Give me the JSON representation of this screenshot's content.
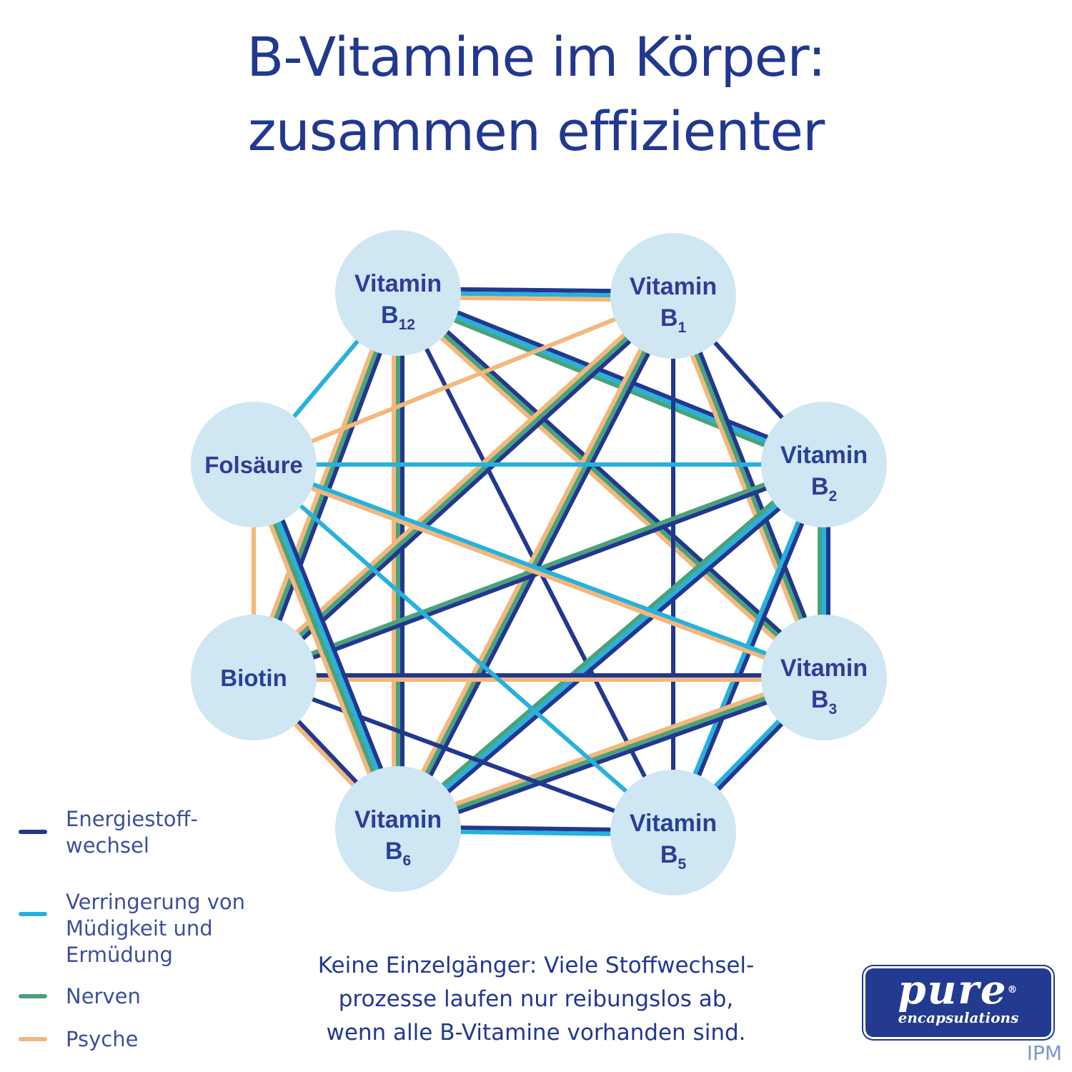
{
  "title": {
    "line1": "B-Vitamine im Körper:",
    "line2": "zusammen effizienter"
  },
  "colors": {
    "title": "#22388f",
    "node_fill": "#cfe6f3",
    "energiestoffwechsel": "#22388f",
    "muedigkeit": "#27b1dc",
    "nerven": "#4aa27a",
    "psyche": "#f3b77c"
  },
  "nodes": [
    {
      "id": "b12",
      "line1": "Vitamin",
      "base": "B",
      "sub": "12"
    },
    {
      "id": "b1",
      "line1": "Vitamin",
      "base": "B",
      "sub": "1"
    },
    {
      "id": "b2",
      "line1": "Vitamin",
      "base": "B",
      "sub": "2"
    },
    {
      "id": "b3",
      "line1": "Vitamin",
      "base": "B",
      "sub": "3"
    },
    {
      "id": "b5",
      "line1": "Vitamin",
      "base": "B",
      "sub": "5"
    },
    {
      "id": "b6",
      "line1": "Vitamin",
      "base": "B",
      "sub": "6"
    },
    {
      "id": "biotin",
      "line1": "Biotin",
      "base": "",
      "sub": ""
    },
    {
      "id": "fol",
      "line1": "Folsäure",
      "base": "",
      "sub": ""
    }
  ],
  "connections": [
    {
      "from": "b12",
      "to": "b1",
      "categories": [
        "energiestoffwechsel",
        "muedigkeit",
        "psyche"
      ]
    },
    {
      "from": "b12",
      "to": "b2",
      "categories": [
        "energiestoffwechsel",
        "muedigkeit",
        "nerven"
      ]
    },
    {
      "from": "b12",
      "to": "b3",
      "categories": [
        "energiestoffwechsel",
        "nerven",
        "psyche"
      ]
    },
    {
      "from": "b12",
      "to": "b5",
      "categories": [
        "energiestoffwechsel"
      ]
    },
    {
      "from": "b12",
      "to": "b6",
      "categories": [
        "energiestoffwechsel",
        "nerven",
        "psyche"
      ]
    },
    {
      "from": "b12",
      "to": "biotin",
      "categories": [
        "energiestoffwechsel",
        "nerven",
        "psyche"
      ]
    },
    {
      "from": "b12",
      "to": "fol",
      "categories": [
        "muedigkeit"
      ]
    },
    {
      "from": "b1",
      "to": "fol",
      "categories": [
        "psyche"
      ]
    },
    {
      "from": "b1",
      "to": "b2",
      "categories": [
        "energiestoffwechsel"
      ]
    },
    {
      "from": "b1",
      "to": "b3",
      "categories": [
        "energiestoffwechsel",
        "nerven",
        "psyche"
      ]
    },
    {
      "from": "b1",
      "to": "b5",
      "categories": [
        "energiestoffwechsel"
      ]
    },
    {
      "from": "b1",
      "to": "b6",
      "categories": [
        "energiestoffwechsel",
        "nerven",
        "psyche"
      ]
    },
    {
      "from": "b1",
      "to": "biotin",
      "categories": [
        "energiestoffwechsel",
        "nerven",
        "psyche"
      ]
    },
    {
      "from": "fol",
      "to": "b2",
      "categories": [
        "muedigkeit"
      ]
    },
    {
      "from": "b2",
      "to": "b3",
      "categories": [
        "energiestoffwechsel",
        "muedigkeit",
        "nerven"
      ]
    },
    {
      "from": "b2",
      "to": "b5",
      "categories": [
        "energiestoffwechsel",
        "muedigkeit"
      ]
    },
    {
      "from": "b2",
      "to": "b6",
      "categories": [
        "energiestoffwechsel",
        "muedigkeit",
        "nerven"
      ]
    },
    {
      "from": "b2",
      "to": "biotin",
      "categories": [
        "energiestoffwechsel",
        "nerven"
      ]
    },
    {
      "from": "fol",
      "to": "b3",
      "categories": [
        "muedigkeit",
        "psyche"
      ]
    },
    {
      "from": "biotin",
      "to": "b3",
      "categories": [
        "energiestoffwechsel",
        "psyche"
      ]
    },
    {
      "from": "b3",
      "to": "b5",
      "categories": [
        "energiestoffwechsel",
        "muedigkeit"
      ]
    },
    {
      "from": "b3",
      "to": "b6",
      "categories": [
        "energiestoffwechsel",
        "nerven",
        "psyche"
      ]
    },
    {
      "from": "fol",
      "to": "b5",
      "categories": [
        "muedigkeit"
      ]
    },
    {
      "from": "biotin",
      "to": "b5",
      "categories": [
        "energiestoffwechsel"
      ]
    },
    {
      "from": "b6",
      "to": "b5",
      "categories": [
        "energiestoffwechsel",
        "muedigkeit"
      ]
    },
    {
      "from": "fol",
      "to": "b6",
      "categories": [
        "energiestoffwechsel",
        "muedigkeit",
        "nerven",
        "psyche"
      ]
    },
    {
      "from": "biotin",
      "to": "b6",
      "categories": [
        "energiestoffwechsel",
        "psyche"
      ]
    },
    {
      "from": "fol",
      "to": "biotin",
      "categories": [
        "psyche"
      ]
    }
  ],
  "legend": [
    {
      "key": "energiestoffwechsel",
      "label": "Energiestoff-\nwechsel"
    },
    {
      "key": "muedigkeit",
      "label": "Verringerung von\nMüdigkeit und\nErmüdung"
    },
    {
      "key": "nerven",
      "label": "Nerven"
    },
    {
      "key": "psyche",
      "label": "Psyche"
    }
  ],
  "caption": {
    "line1": "Keine Einzelgänger: Viele Stoffwechsel-",
    "line2": "prozesse laufen nur reibungslos ab,",
    "line3": "wenn alle B-Vitamine vorhanden sind."
  },
  "logo": {
    "main": "pure",
    "sub": "encapsulations",
    "mark": "®"
  },
  "watermark": "IPM"
}
